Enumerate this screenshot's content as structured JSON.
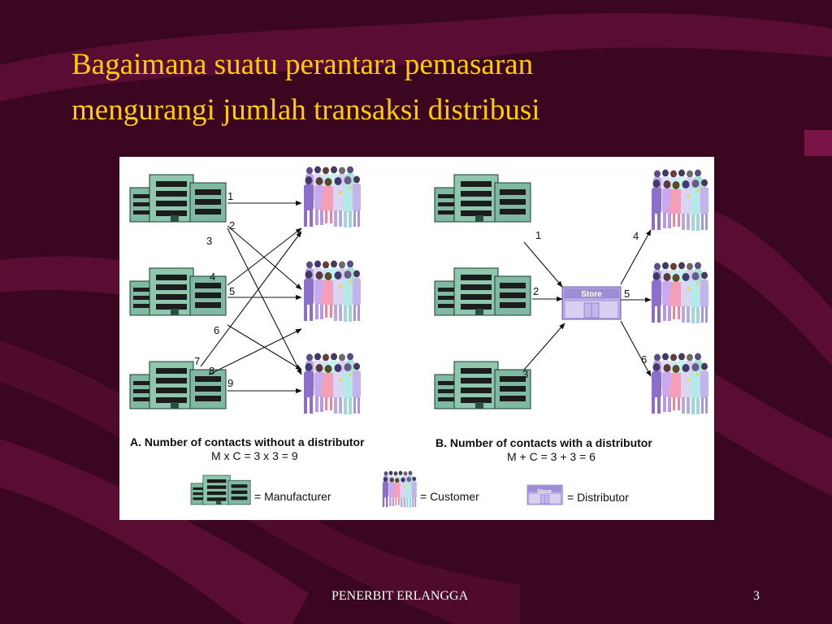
{
  "slide": {
    "title_line1": "Bagaimana suatu perantara pemasaran",
    "title_line2": "mengurangi jumlah transaksi distribusi",
    "footer_text": "PENERBIT ERLANGGA",
    "page_number": "3"
  },
  "colors": {
    "background": "#3a0620",
    "title": "#ffcc00",
    "building": "#7fb9a2",
    "store": "#b8a8e4",
    "customer_main": "#8c6fc8"
  },
  "diagram_a": {
    "caption": "A. Number of contacts without a distributor",
    "formula": "M x C = 3 x 3 = 9",
    "arrow_labels": [
      "1",
      "2",
      "3",
      "4",
      "5",
      "6",
      "7",
      "8",
      "9"
    ]
  },
  "diagram_b": {
    "caption": "B. Number of contacts with a distributor",
    "formula": "M + C = 3 + 3 = 6",
    "arrow_labels": [
      "1",
      "2",
      "3",
      "4",
      "5",
      "6"
    ],
    "store_label": "Store"
  },
  "legend": {
    "manufacturer": "= Manufacturer",
    "customer": "= Customer",
    "distributor": "= Distributor",
    "store_label": "Store"
  }
}
